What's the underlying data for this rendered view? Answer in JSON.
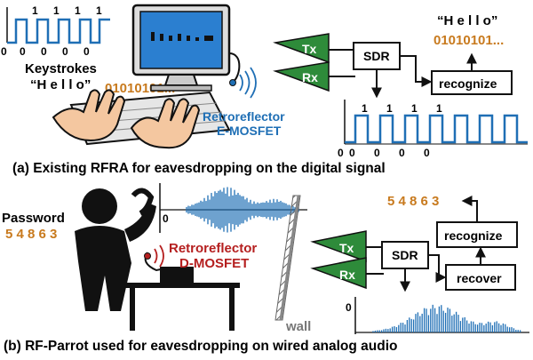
{
  "panel_a": {
    "caption": "(a) Existing RFRA for eavesdropping on the digital signal",
    "keystrokes_label": "Keystrokes",
    "hello_label": "“H e l l o”",
    "bits_label": "01010101...",
    "retro_line1": "Retroreflector",
    "retro_line2": "E-MOSFET",
    "tx_label": "Tx",
    "rx_label": "Rx",
    "sdr_label": "SDR",
    "recognize_label": "recognize",
    "out_hello": "“H e l l o”",
    "out_bits": "01010101...",
    "wave_left": {
      "ones": [
        "1",
        "1",
        "1",
        "1"
      ],
      "zeros": [
        "0",
        "0",
        "0",
        "0"
      ],
      "origin": "0"
    },
    "wave_right": {
      "ones": [
        "1",
        "1",
        "1",
        "1"
      ],
      "zeros": [
        "0",
        "0",
        "0",
        "0"
      ],
      "origin": "0"
    }
  },
  "panel_b": {
    "caption": "(b) RF-Parrot used for eavesdropping on wired analog audio",
    "password_label": "Password",
    "password_digits": "5 4 8 6 3",
    "retro_line1": "Retroreflector",
    "retro_line2": "D-MOSFET",
    "wall_label": "wall",
    "tx_label": "Tx",
    "rx_label": "Rx",
    "sdr_label": "SDR",
    "recognize_label": "recognize",
    "recover_label": "recover",
    "out_digits": "5 4 8 6 3",
    "audio_origin": "0",
    "spectrum_origin": "0"
  },
  "colors": {
    "blue": "#1f6fb5",
    "red": "#b51f1f",
    "orange": "#c87a1e",
    "green": "#2e8b3a",
    "dark": "#111111"
  }
}
